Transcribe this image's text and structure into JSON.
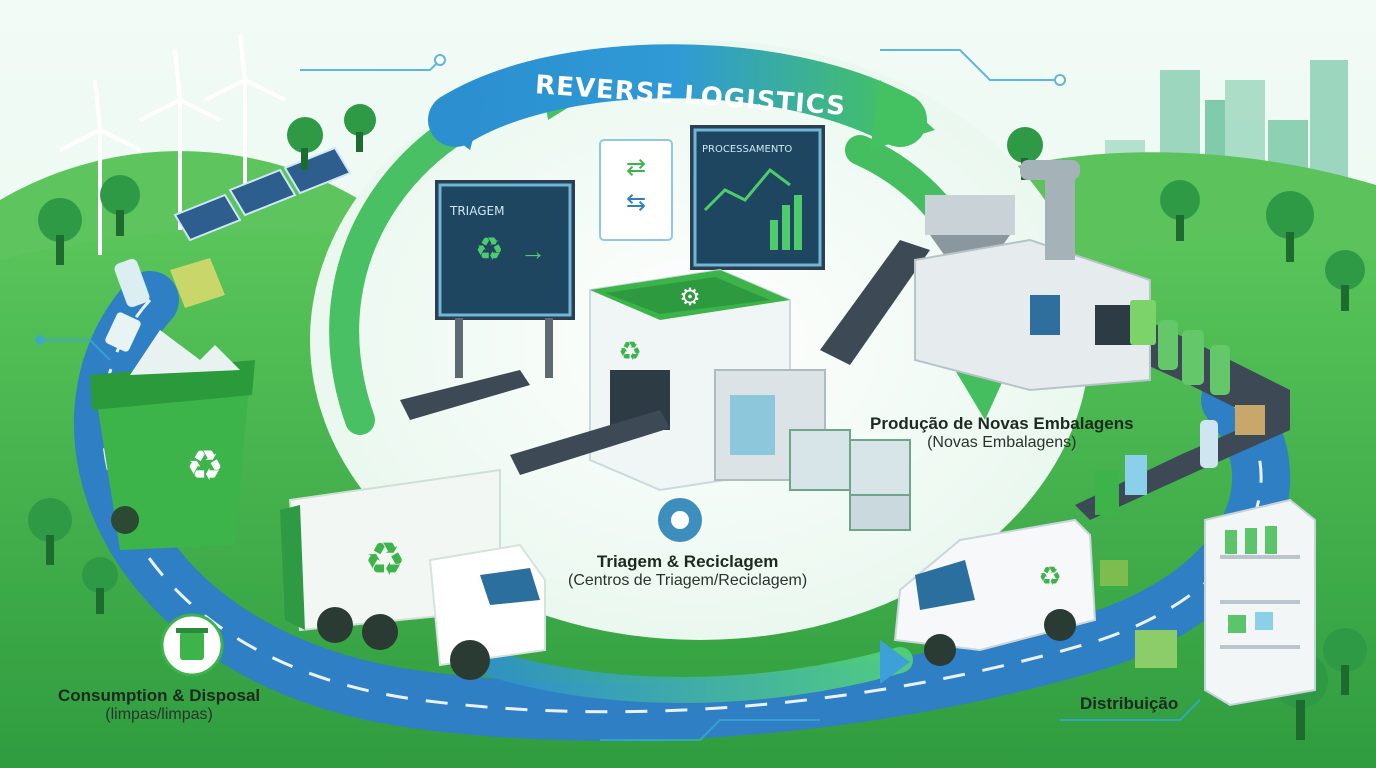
{
  "banner": {
    "title": "REVERSE LOGISTICS"
  },
  "screens": {
    "left": "TRIAGEM",
    "right": "PROCESSAMENTO"
  },
  "stages": {
    "consumption": {
      "title": "Consumption & Disposal",
      "subtitle": "(limpas/limpas)"
    },
    "sorting": {
      "title": "Triagem & Reciclagem",
      "subtitle": "(Centros de Triagem/Reciclagem)"
    },
    "production": {
      "title": "Produção de Novas Embalagens",
      "subtitle": "(Novas Embalagens)"
    },
    "distribution": {
      "title": "Distribuição"
    }
  },
  "colors": {
    "accent_green": "#3cb44a",
    "dark_green": "#1f8a3a",
    "road_blue": "#2f7fc4",
    "sky": "#eaf7ef",
    "screen_bg": "#1e4660"
  },
  "icons": [
    "wind-turbine-icon",
    "solar-panel-icon",
    "recycle-bin-icon",
    "garbage-truck-icon",
    "recycling-center-icon",
    "conveyor-icon",
    "gear-icon",
    "bottle-icon",
    "delivery-van-icon",
    "store-shelf-icon",
    "city-skyline-icon",
    "tree-icon"
  ]
}
